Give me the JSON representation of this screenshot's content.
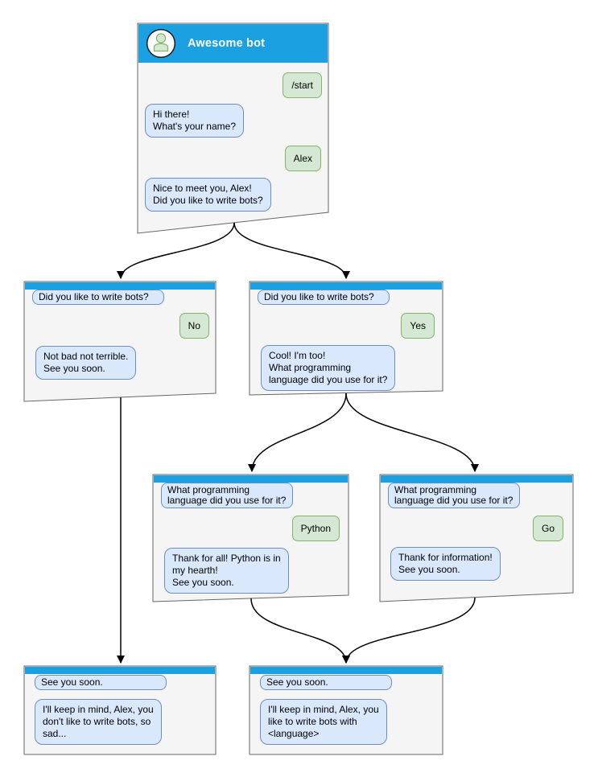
{
  "colors": {
    "header_blue": "#1ba1e2",
    "node_fill": "#f5f5f5",
    "node_border": "#666666",
    "bot_bubble_fill": "#dae8fc",
    "bot_bubble_border": "#6c8ebf",
    "user_bubble_fill": "#d5e8d4",
    "user_bubble_border": "#82b366",
    "edge_color": "#000000",
    "text_color": "#000000",
    "title_color": "#ffffff",
    "avatar_fill": "#ffffff",
    "avatar_border": "#1a1a1a"
  },
  "nodes": {
    "root": {
      "title": "Awesome bot",
      "messages": [
        {
          "sender": "user",
          "text": "/start"
        },
        {
          "sender": "bot",
          "text": "Hi there!\nWhat's your name?"
        },
        {
          "sender": "user",
          "text": "Alex"
        },
        {
          "sender": "bot",
          "text": "Nice to meet you, Alex!\nDid you like to write bots?"
        }
      ]
    },
    "no_branch": {
      "messages": [
        {
          "sender": "bot",
          "text": "Did you like to write bots?"
        },
        {
          "sender": "user",
          "text": "No"
        },
        {
          "sender": "bot",
          "text": "Not bad not terrible.\nSee you soon."
        }
      ]
    },
    "yes_branch": {
      "messages": [
        {
          "sender": "bot",
          "text": "Did you like to write bots?"
        },
        {
          "sender": "user",
          "text": "Yes"
        },
        {
          "sender": "bot",
          "text": "Cool! I'm too!\nWhat programming\nlanguage did you use for it?"
        }
      ]
    },
    "python_branch": {
      "messages": [
        {
          "sender": "bot",
          "text": "What programming\nlanguage did you use for it?"
        },
        {
          "sender": "user",
          "text": "Python"
        },
        {
          "sender": "bot",
          "text": "Thank for all! Python is in\nmy hearth!\nSee you soon."
        }
      ]
    },
    "go_branch": {
      "messages": [
        {
          "sender": "bot",
          "text": "What programming\nlanguage did you use for it?"
        },
        {
          "sender": "user",
          "text": "Go"
        },
        {
          "sender": "bot",
          "text": "Thank for information!\nSee you soon."
        }
      ]
    },
    "end_no": {
      "messages": [
        {
          "sender": "bot",
          "text": "See you soon."
        },
        {
          "sender": "bot",
          "text": "I'll keep in mind, Alex, you\ndon't like to write bots, so\nsad..."
        }
      ]
    },
    "end_yes": {
      "messages": [
        {
          "sender": "bot",
          "text": "See you soon."
        },
        {
          "sender": "bot",
          "text": "I'll keep in mind, Alex, you\nlike to write bots with\n<language>"
        }
      ]
    }
  },
  "edges": [
    {
      "from": "root",
      "to": "no_branch"
    },
    {
      "from": "root",
      "to": "yes_branch"
    },
    {
      "from": "no_branch",
      "to": "end_no"
    },
    {
      "from": "yes_branch",
      "to": "python_branch"
    },
    {
      "from": "yes_branch",
      "to": "go_branch"
    },
    {
      "from": "python_branch",
      "to": "end_yes"
    },
    {
      "from": "go_branch",
      "to": "end_yes"
    }
  ]
}
